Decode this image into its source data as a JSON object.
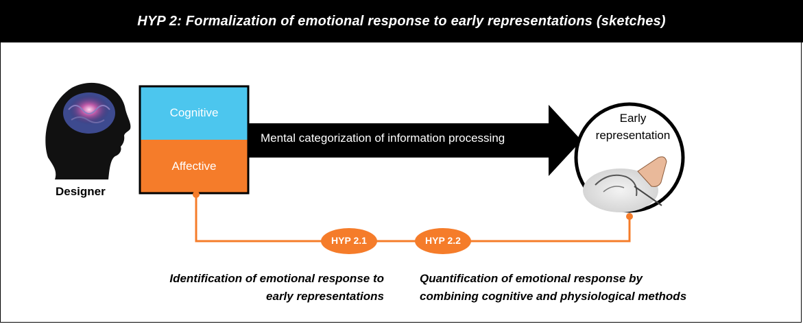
{
  "header": {
    "title": "HYP 2: Formalization of emotional response to early representations (sketches)"
  },
  "designer": {
    "label": "Designer"
  },
  "box": {
    "top_label": "Cognitive",
    "bottom_label": "Affective"
  },
  "arrow": {
    "label": "Mental categorization of information processing"
  },
  "circle": {
    "line1": "Early",
    "line2": "representation"
  },
  "hyp": {
    "h21": "HYP 2.1",
    "h22": "HYP 2.2"
  },
  "descriptions": {
    "left_line1": "Identification of emotional response to",
    "left_line2": "early representations",
    "right_line1": "Quantification of emotional response by",
    "right_line2": "combining cognitive and physiological methods"
  },
  "colors": {
    "cognitive": "#4cc6ee",
    "affective": "#f57c2a",
    "connector": "#f57c2a",
    "header_bg": "#000000"
  }
}
